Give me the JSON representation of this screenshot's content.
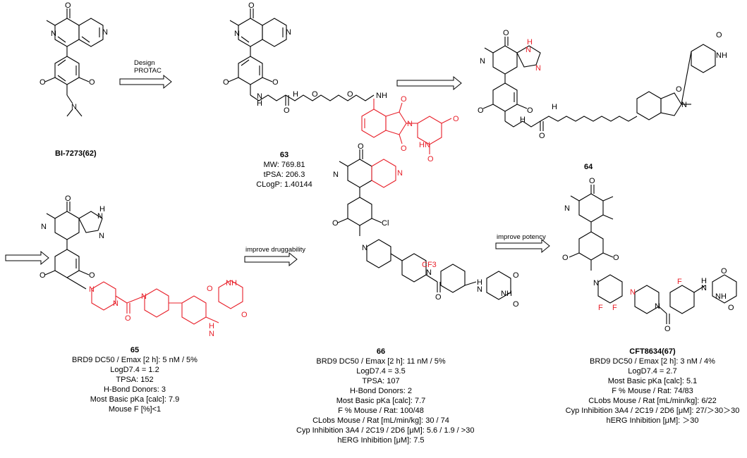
{
  "colors": {
    "highlight": "#e8202a",
    "bonds": "#000000"
  },
  "arrows": {
    "design_protac": {
      "line1": "Design",
      "line2": "PROTAC"
    },
    "improve_druggability": "improve  druggability",
    "improve_potency": "improve potency"
  },
  "compounds": {
    "c62": {
      "name": "BI-7273(62)"
    },
    "c63": {
      "name": "63",
      "mw": "MW: 769.81",
      "tpsa": "tPSA: 206.3",
      "clogp": "CLogP: 1.40144"
    },
    "c64": {
      "name": "64"
    },
    "c65": {
      "name": "65",
      "brd9": "BRD9 DC50 / Emax [2 h]: 5 nM / 5%",
      "logd": "LogD7.4 = 1.2",
      "tpsa": "TPSA: 152",
      "hbd": "H-Bond Donors: 3",
      "pka": "Most Basic pKa [calc]: 7.9",
      "mousef": "Mouse F [%]<1"
    },
    "c66": {
      "name": "66",
      "brd9": "BRD9 DC50 / Emax [2 h]: 11 nM / 5%",
      "logd": "LogD7.4 = 3.5",
      "tpsa": "TPSA: 107",
      "hbd": "H-Bond Donors: 2",
      "pka": "Most Basic pKa [calc]: 7.7",
      "f": "F % Mouse / Rat: 100/48",
      "cl": "CLobs Mouse / Rat [mL/min/kg]: 30 / 74",
      "cyp": "Cyp Inhibition 3A4 / 2C19 / 2D6 [μM]: 5.6 / 1.9 / >30",
      "herg": "hERG Inhibition [μM]: 7.5"
    },
    "c67": {
      "name": "CFT8634(67)",
      "brd9": "BRD9 DC50 / Emax [2 h]: 3 nM / 4%",
      "logd": "LogD7.4 = 2.7",
      "pka": "Most Basic pKa [calc]: 5.1",
      "f": "F % Mouse / Rat: 74/83",
      "cl": "CLobs Mouse / Rat [mL/min/kg]: 6/22",
      "cyp": "Cyp Inhibition 3A4 / 2C19 / 2D6 [μM]: 27/＞30＞30",
      "herg": "hERG Inhibition [μM]: ＞30"
    }
  },
  "atoms": {
    "o": "O",
    "n": "N",
    "nh": "NH",
    "hn": "HN",
    "h": "H",
    "cl": "Cl",
    "f": "F",
    "cf3": "CF3"
  }
}
